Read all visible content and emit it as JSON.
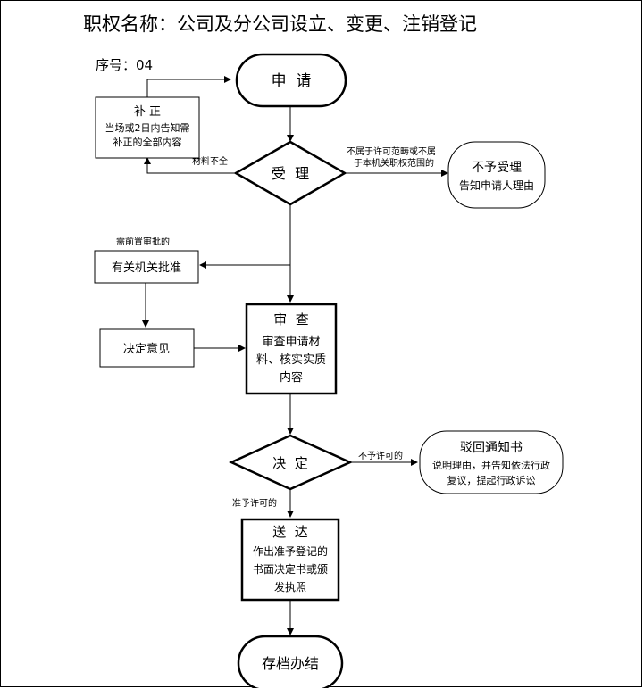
{
  "header": {
    "title": "职权名称：公司及分公司设立、变更、注销登记",
    "serial": "序号：04"
  },
  "nodes": {
    "apply": "申  请",
    "supplement_title": "补 正",
    "supplement_line1": "当场或2日内告知需",
    "supplement_line2": "补正的全部内容",
    "accept": "受  理",
    "reject_title": "不予受理",
    "reject_line1": "告知申请人理由",
    "approval": "有关机关批准",
    "opinion": "决定意见",
    "review_title": "审  查",
    "review_line1": "审查申请材",
    "review_line2": "料、核实实质",
    "review_line3": "内容",
    "decide": "决  定",
    "refuse_title": "驳回通知书",
    "refuse_line1": "说明理由，并告知依法行政",
    "refuse_line2": "复议，提起行政诉讼",
    "deliver_title": "送  达",
    "deliver_line1": "作出准予登记的",
    "deliver_line2": "书面决定书或颁",
    "deliver_line3": "发执照",
    "archive": "存档办结"
  },
  "edges": {
    "incomplete": "材料不全",
    "out_of_scope_1": "不属于许可范畴或不属",
    "out_of_scope_2": "于本机关职权范围的",
    "pre_approval": "需前置审批的",
    "not_permitted": "不予许可的",
    "permitted": "准予许可的"
  }
}
